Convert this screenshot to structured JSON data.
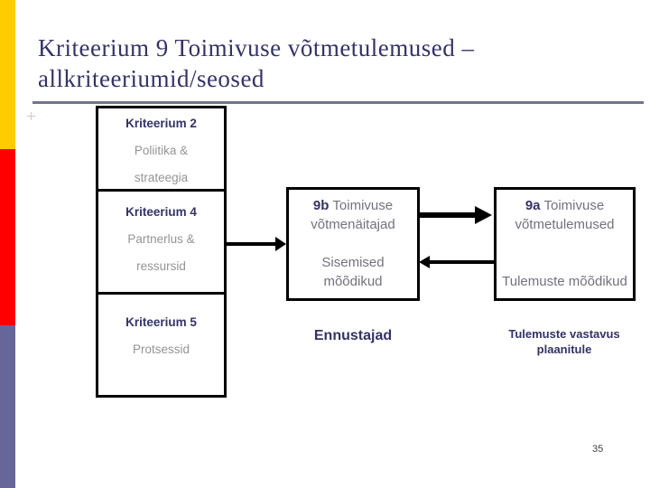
{
  "slide": {
    "title_line1": "Kriteerium 9 Toimivuse võtmetulemused –",
    "title_line2": "allkriteeriumid/seosed",
    "page_number": "35"
  },
  "accent_colors": {
    "edge_bar_yellow": "#FFCC00",
    "edge_bar_red": "#FF0000",
    "edge_bar_slate": "#666699",
    "title_navy": "#333366",
    "rule_slate": "#70748F",
    "muted_gray_left": "#949494",
    "muted_gray_boxes": "#72727E",
    "connector_black": "#000000"
  },
  "diagram": {
    "left_column": [
      {
        "heading": "Kriteerium 2",
        "sub1": "Poliitika &",
        "sub2": "strateegia"
      },
      {
        "heading": "Kriteerium 4",
        "sub1": "Partnerlus &",
        "sub2": "ressursid"
      },
      {
        "heading": "Kriteerium 5",
        "sub1": "Protsessid",
        "sub2": ""
      }
    ],
    "box_9b": {
      "code": "9b",
      "label": "Toimivuse võtmenäitajad",
      "sublabel": "Sisemised mõõdikud",
      "caption": "Ennustajad"
    },
    "box_9a": {
      "code": "9a",
      "label": "Toimivuse võtmetulemused",
      "sublabel": "Tulemuste mõõdikud",
      "caption": "Tulemuste vastavus plaanitule"
    }
  }
}
